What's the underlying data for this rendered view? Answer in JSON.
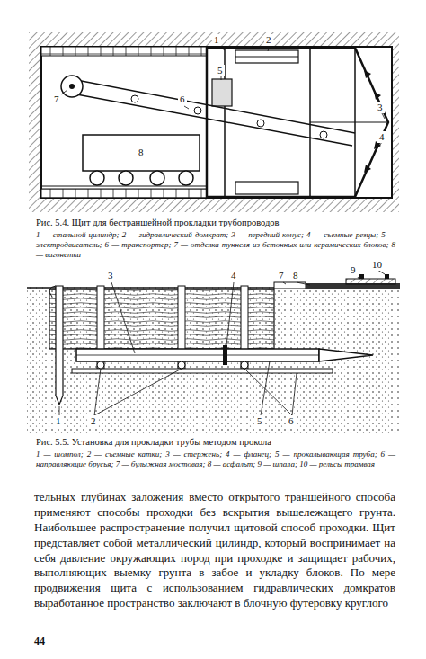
{
  "diagram": {
    "labels": [
      "1",
      "2",
      "3",
      "4",
      "5",
      "6",
      "7",
      "8",
      "Рис. 5.4. Щит для бестраншейной прокладки трубопроводов",
      "1 — стальной цилиндр; 2 — гидравлический домкрат; 3 — передний конус; 4 — съемные резцы; 5 — электродвигатель; 6 — транспортер; 7 — отделка туннеля из бетонных или керамических блоков; 8 — вагонетка",
      "3",
      "4",
      "7",
      "8",
      "9",
      "10",
      "1",
      "2",
      "5",
      "6",
      "Рис. 5.5. Установка для прокладки трубы методом прокола",
      "1 — шомпол; 2 — съемные катки; 3 — стержень; 4 — фланец; 5 — прокалывающая труба; 6 — направляющие брусья; 7 — булыжная мостовая; 8 — асфальт; 9 — шпала; 10 — рельсы трамвая",
      "тельных глубинах заложения вместо открытого траншейного способа применяют способы проходки без вскрытия вышележащего грунта. Наибольшее распространение получил щитовой способ проходки. Щит представляет собой металлический цилиндр, который воспринимает на себя давление окружающих пород при проходке и защищает рабочих, выполняющих выемку грунта в забое и укладку блоков. По мере продвижения щита с использованием гидравлических домкратов выработанное пространство заключают в блочную футеровку круглого",
      "44"
    ]
  }
}
